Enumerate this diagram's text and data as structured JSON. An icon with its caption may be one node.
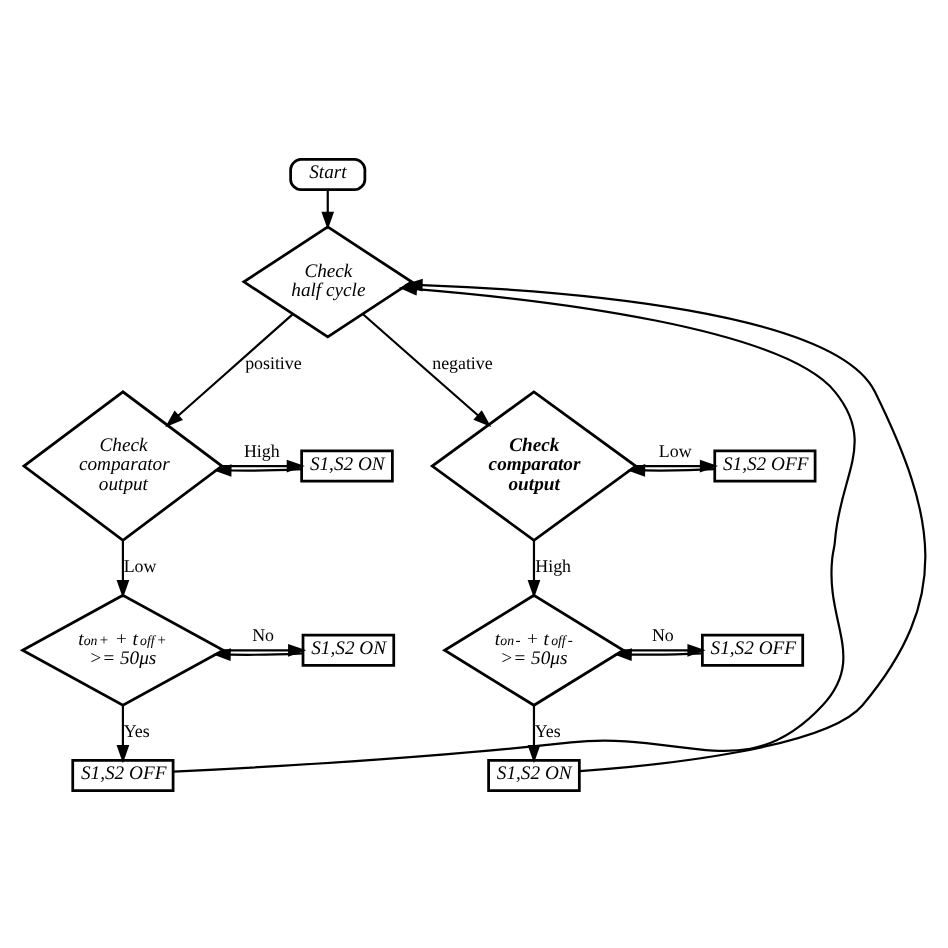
{
  "diagram": {
    "nodes": [
      {
        "text": [
          "Start"
        ]
      },
      {
        "text": [
          "Check half cycle"
        ]
      },
      {
        "text": [
          "Check comparator output"
        ]
      },
      {
        "text": [
          "S1,S2 ON"
        ]
      },
      {
        "text": [
          "Check comparator output"
        ]
      },
      {
        "text": [
          "S1,S2 OFF"
        ]
      },
      {
        "text": [
          "t$_{on}$$^{+}$ + t$_{off}$$^{+}$ >= 50μs"
        ]
      },
      {
        "text": [
          "S1,S2 ON"
        ]
      },
      {
        "text": [
          "t$_{on}$$^{-}$ + t$_{off}$$^{-}$ >= 50μs"
        ]
      },
      {
        "text": [
          "S1,S2 OFF"
        ]
      },
      {
        "text": [
          "S1,S2 OFF"
        ]
      },
      {
        "text": [
          "S1,S2 ON"
        ]
      }
    ],
    "edges": [
      {
        "from": 0,
        "to": 1,
        "arrow": "to"
      },
      {
        "from": 1,
        "to": 2,
        "arrow": "to",
        "label": "positive"
      },
      {
        "from": 1,
        "to": 4,
        "arrow": "to",
        "label": "negative"
      },
      {
        "from": 2,
        "to": 3,
        "arrow": "to",
        "label": "High"
      },
      {
        "from": 3,
        "to": 2,
        "arrow": "to"
      },
      {
        "from": 4,
        "to": 5,
        "arrow": "to",
        "label": "Low"
      },
      {
        "from": 5,
        "to": 4,
        "arrow": "to"
      },
      {
        "from": 2,
        "to": 6,
        "arrow": "to",
        "label": "Low"
      },
      {
        "from": 4,
        "to": 8,
        "arrow": "to",
        "label": "High"
      },
      {
        "from": 6,
        "to": 7,
        "arrow": "to",
        "label": "No"
      },
      {
        "from": 7,
        "to": 6,
        "arrow": "to"
      },
      {
        "from": 8,
        "to": 9,
        "arrow": "to",
        "label": "No"
      },
      {
        "from": 9,
        "to": 8,
        "arrow": "to"
      },
      {
        "from": 6,
        "to": 10,
        "arrow": "to",
        "label": "Yes"
      },
      {
        "from": 8,
        "to": 11,
        "arrow": "to",
        "label": "Yes"
      },
      {
        "from": 10,
        "to": 1,
        "arrow": "to"
      },
      {
        "from": 11,
        "to": 1,
        "arrow": "to"
      }
    ]
  }
}
